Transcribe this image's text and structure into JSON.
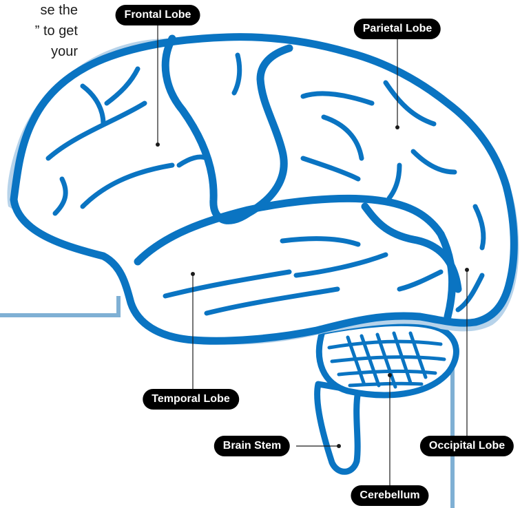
{
  "intro_text": {
    "line1": "se the",
    "line2": "” to get",
    "line3": "your"
  },
  "labels": {
    "frontal_lobe": "Frontal Lobe",
    "parietal_lobe": "Parietal Lobe",
    "temporal_lobe": "Temporal Lobe",
    "occipital_lobe": "Occipital Lobe",
    "brain_stem": "Brain Stem",
    "cerebellum": "Cerebellum"
  },
  "colors": {
    "brain_outline": "#0a74c2",
    "brain_shadow": "#b7d3ea",
    "accent_line": "#7fb0d4",
    "label_background": "#000000",
    "label_text": "#ffffff"
  }
}
